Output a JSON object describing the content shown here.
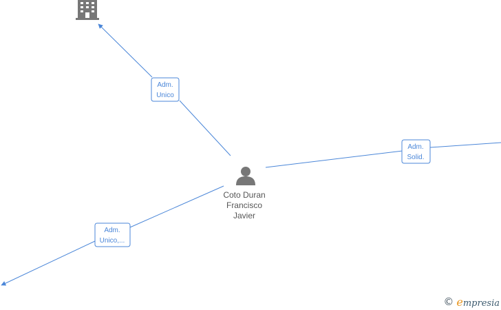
{
  "colors": {
    "edge": "#4a86d8",
    "node_icon": "#777777",
    "node_text": "#555555",
    "brand_accent": "#e8951e"
  },
  "nodes": [
    {
      "id": "company",
      "icon": "building-icon",
      "label": []
    },
    {
      "id": "person",
      "icon": "person-icon",
      "label": [
        "Coto Duran",
        "Francisco",
        "Javier"
      ]
    }
  ],
  "edges": [
    {
      "id": "to-company",
      "label": [
        "Adm.",
        "Unico"
      ]
    },
    {
      "id": "to-right",
      "label": [
        "Adm.",
        "Solid."
      ]
    },
    {
      "id": "to-left",
      "label": [
        "Adm.",
        "Unico,..."
      ]
    }
  ],
  "watermark": {
    "symbol": "©",
    "brand_first": "e",
    "brand_rest": "mpresia"
  }
}
